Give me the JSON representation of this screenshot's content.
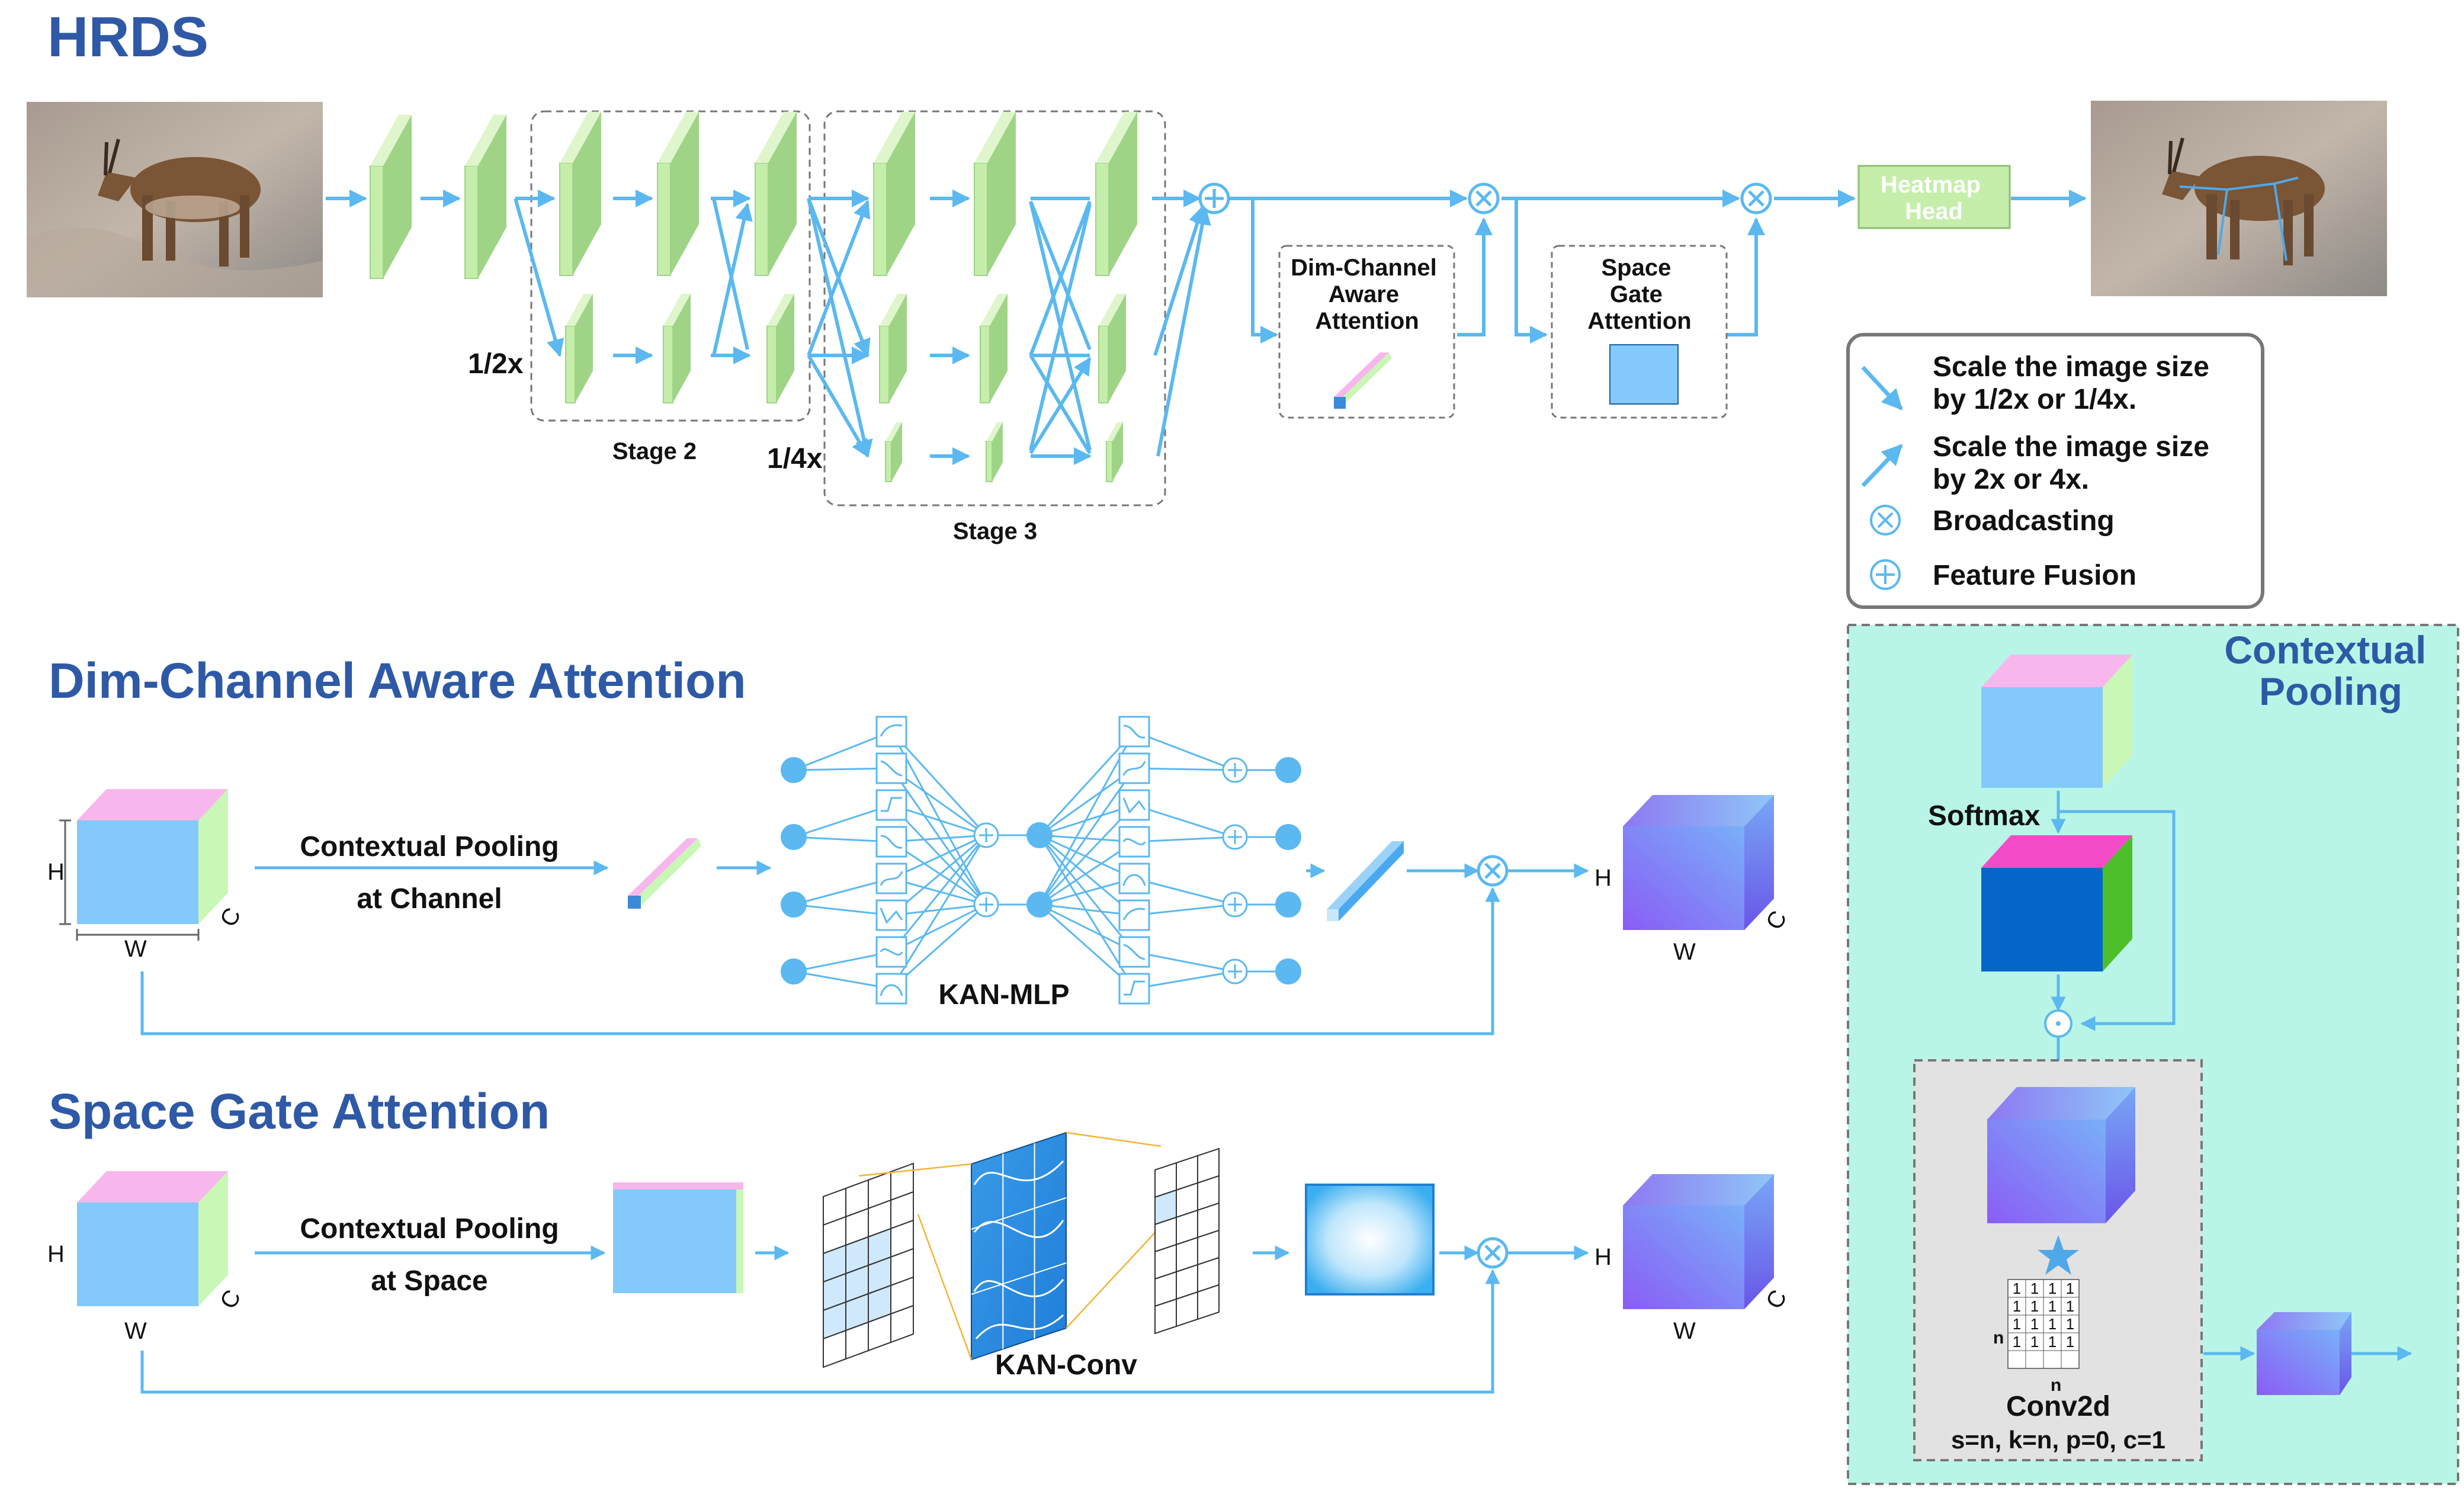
{
  "titles": {
    "hrds": "HRDS",
    "dim_channel": "Dim-Channel Aware Attention",
    "space_gate": "Space Gate Attention",
    "contextual_pooling": [
      "Contextual",
      "Pooling"
    ]
  },
  "hrds": {
    "scale_half": "1/2x",
    "scale_quarter": "1/4x",
    "stage2": "Stage 2",
    "stage3": "Stage 3",
    "dca_box": [
      "Dim-Channel",
      "Aware",
      "Attention"
    ],
    "sga_box": [
      "Space",
      "Gate",
      "Attention"
    ],
    "heatmap_head": [
      "Heatmap",
      "Head"
    ]
  },
  "legend": {
    "down": [
      "Scale the image size",
      "by 1/2x or 1/4x."
    ],
    "up": [
      "Scale the image size",
      "by 2x or 4x."
    ],
    "broadcasting": "Broadcasting",
    "fusion": "Feature Fusion"
  },
  "dim_channel": {
    "pool_label": [
      "Contextual Pooling",
      "at Channel"
    ],
    "mlp_label": "KAN-MLP",
    "h": "H",
    "w": "W",
    "c": "C"
  },
  "space_gate": {
    "pool_label": [
      "Contextual Pooling",
      "at Space"
    ],
    "conv_label": "KAN-Conv",
    "h": "H",
    "w": "W",
    "c": "C"
  },
  "pooling": {
    "softmax": "Softmax",
    "conv_title": "Conv2d",
    "conv_params": "s=n, k=n, p=0, c=1",
    "matrix_cell": "1",
    "n": "n"
  },
  "colors": {
    "arrow": "#5bb8f0",
    "title": "#2e59a6",
    "layer_front": "#c5eeaa",
    "layer_top": "#dff6cc",
    "layer_side": "#9fd487",
    "panel": "#b9f5e6",
    "cube_blue": "#84c9fb",
    "cube_pink": "#f7b7ec",
    "cube_green": "#c9f7b5"
  },
  "icons": {
    "broadcast": "circle-times-icon",
    "fusion": "circle-plus-icon",
    "dot": "circle-dot-icon",
    "star": "star-icon"
  }
}
